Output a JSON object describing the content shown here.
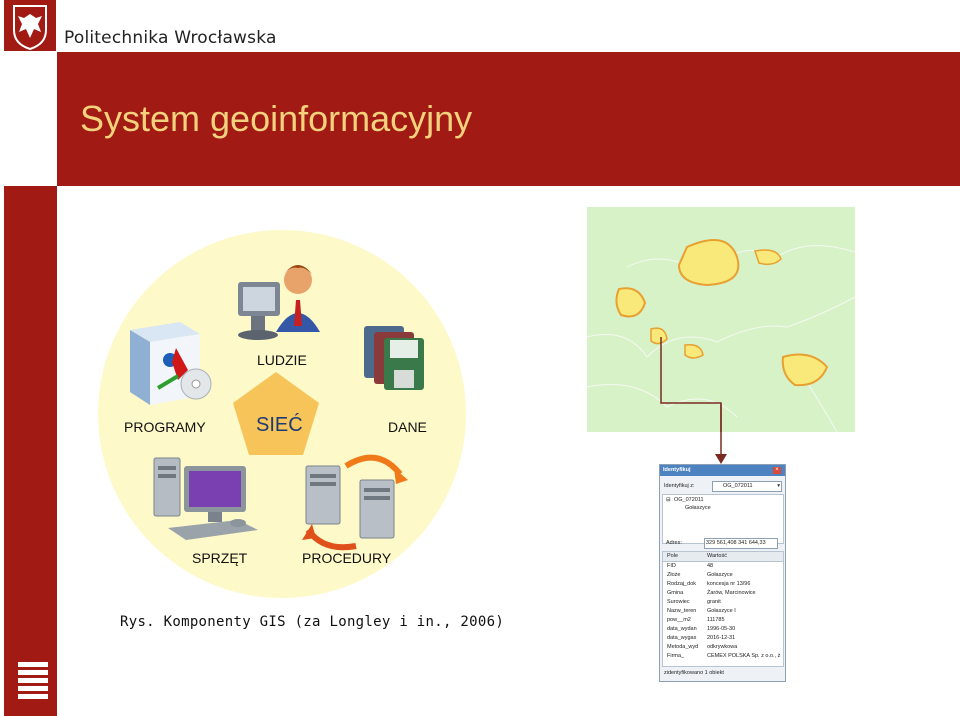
{
  "header": {
    "institution": "Politechnika Wrocławska",
    "page_title": "System geoinformacyjny"
  },
  "diagram": {
    "center_label": "SIEĆ",
    "labels": {
      "people": "LUDZIE",
      "programs": "PROGRAMY",
      "data": "DANE",
      "hardware": "SPRZĘT",
      "procedures": "PROCEDURY"
    },
    "caption": "Rys. Komponenty GIS (za Longley i in., 2006)"
  },
  "identify_window": {
    "title": "Identyfikuj",
    "identify_from_label": "Identyfikuj z:",
    "identify_from_value": "OG_072011",
    "tree_root": "OG_072011",
    "tree_child": "Gołaszyce",
    "address_label": "Adres:",
    "address_value": "329 561,408  341 644,33",
    "columns": [
      "Pole",
      "Wartość"
    ],
    "rows": [
      [
        "FID",
        "48"
      ],
      [
        "Złoże",
        "Gołaszyce"
      ],
      [
        "Rodzaj_dok",
        "koncesja nr 13/96"
      ],
      [
        "Gmina",
        "Żarów, Marcinowice"
      ],
      [
        "Surowiec",
        "granit"
      ],
      [
        "Nazw_teren",
        "Gołaszyce I"
      ],
      [
        "pow__m2",
        "111785"
      ],
      [
        "data_wydan",
        "1996-05-30"
      ],
      [
        "data_wygas",
        "2016-12-31"
      ],
      [
        "Metoda_wyd",
        "odkrywkowa"
      ],
      [
        "Firma_",
        "CEMEX POLSKA Sp. z o.o., ż"
      ]
    ],
    "status": "zidentyfikowano 1 obiekt"
  },
  "colors": {
    "brand_red": "#a11a14",
    "title_gold": "#f3d27e",
    "diagram_bg": "#fdf9c8",
    "pentagon": "#f7c45a",
    "map_bg": "#d8f2c8"
  }
}
